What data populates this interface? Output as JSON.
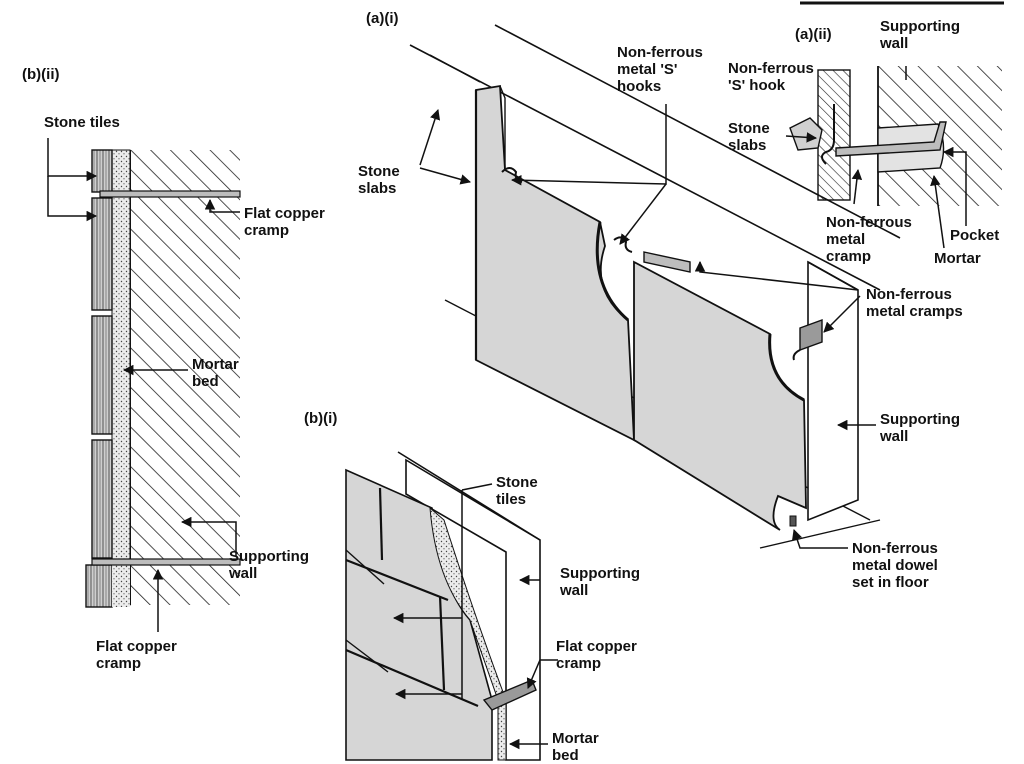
{
  "headings": {
    "a_i": "(a)(i)",
    "a_ii": "(a)(ii)",
    "b_i": "(b)(i)",
    "b_ii": "(b)(ii)"
  },
  "labels": {
    "b_ii_stone_tiles": "Stone tiles",
    "b_ii_flat_copper_cramp_top": "Flat copper\ncramp",
    "b_ii_mortar_bed": "Mortar\nbed",
    "b_ii_supporting_wall": "Supporting\nwall",
    "b_ii_flat_copper_cramp_bottom": "Flat copper\ncramp",
    "a_i_stone_slabs": "Stone\nslabs",
    "a_i_s_hooks": "Non-ferrous\nmetal 'S'\nhooks",
    "a_i_metal_cramps": "Non-ferrous\nmetal cramps",
    "a_i_supporting_wall": "Supporting\nwall",
    "a_i_dowel": "Non-ferrous\nmetal dowel\nset in floor",
    "a_ii_supporting_wall": "Supporting\nwall",
    "a_ii_s_hook": "Non-ferrous\n'S' hook",
    "a_ii_stone_slabs": "Stone\nslabs",
    "a_ii_metal_cramp": "Non-ferrous\nmetal\ncramp",
    "a_ii_pocket": "Pocket",
    "a_ii_mortar": "Mortar",
    "b_i_stone_tiles": "Stone\ntiles",
    "b_i_supporting_wall": "Supporting\nwall",
    "b_i_flat_copper_cramp": "Flat copper\ncramp",
    "b_i_mortar_bed": "Mortar\nbed"
  },
  "colors": {
    "ink": "#111111",
    "stone": "#d6d6d6",
    "stone_dark": "#a9a9a9",
    "paper": "#ffffff"
  }
}
